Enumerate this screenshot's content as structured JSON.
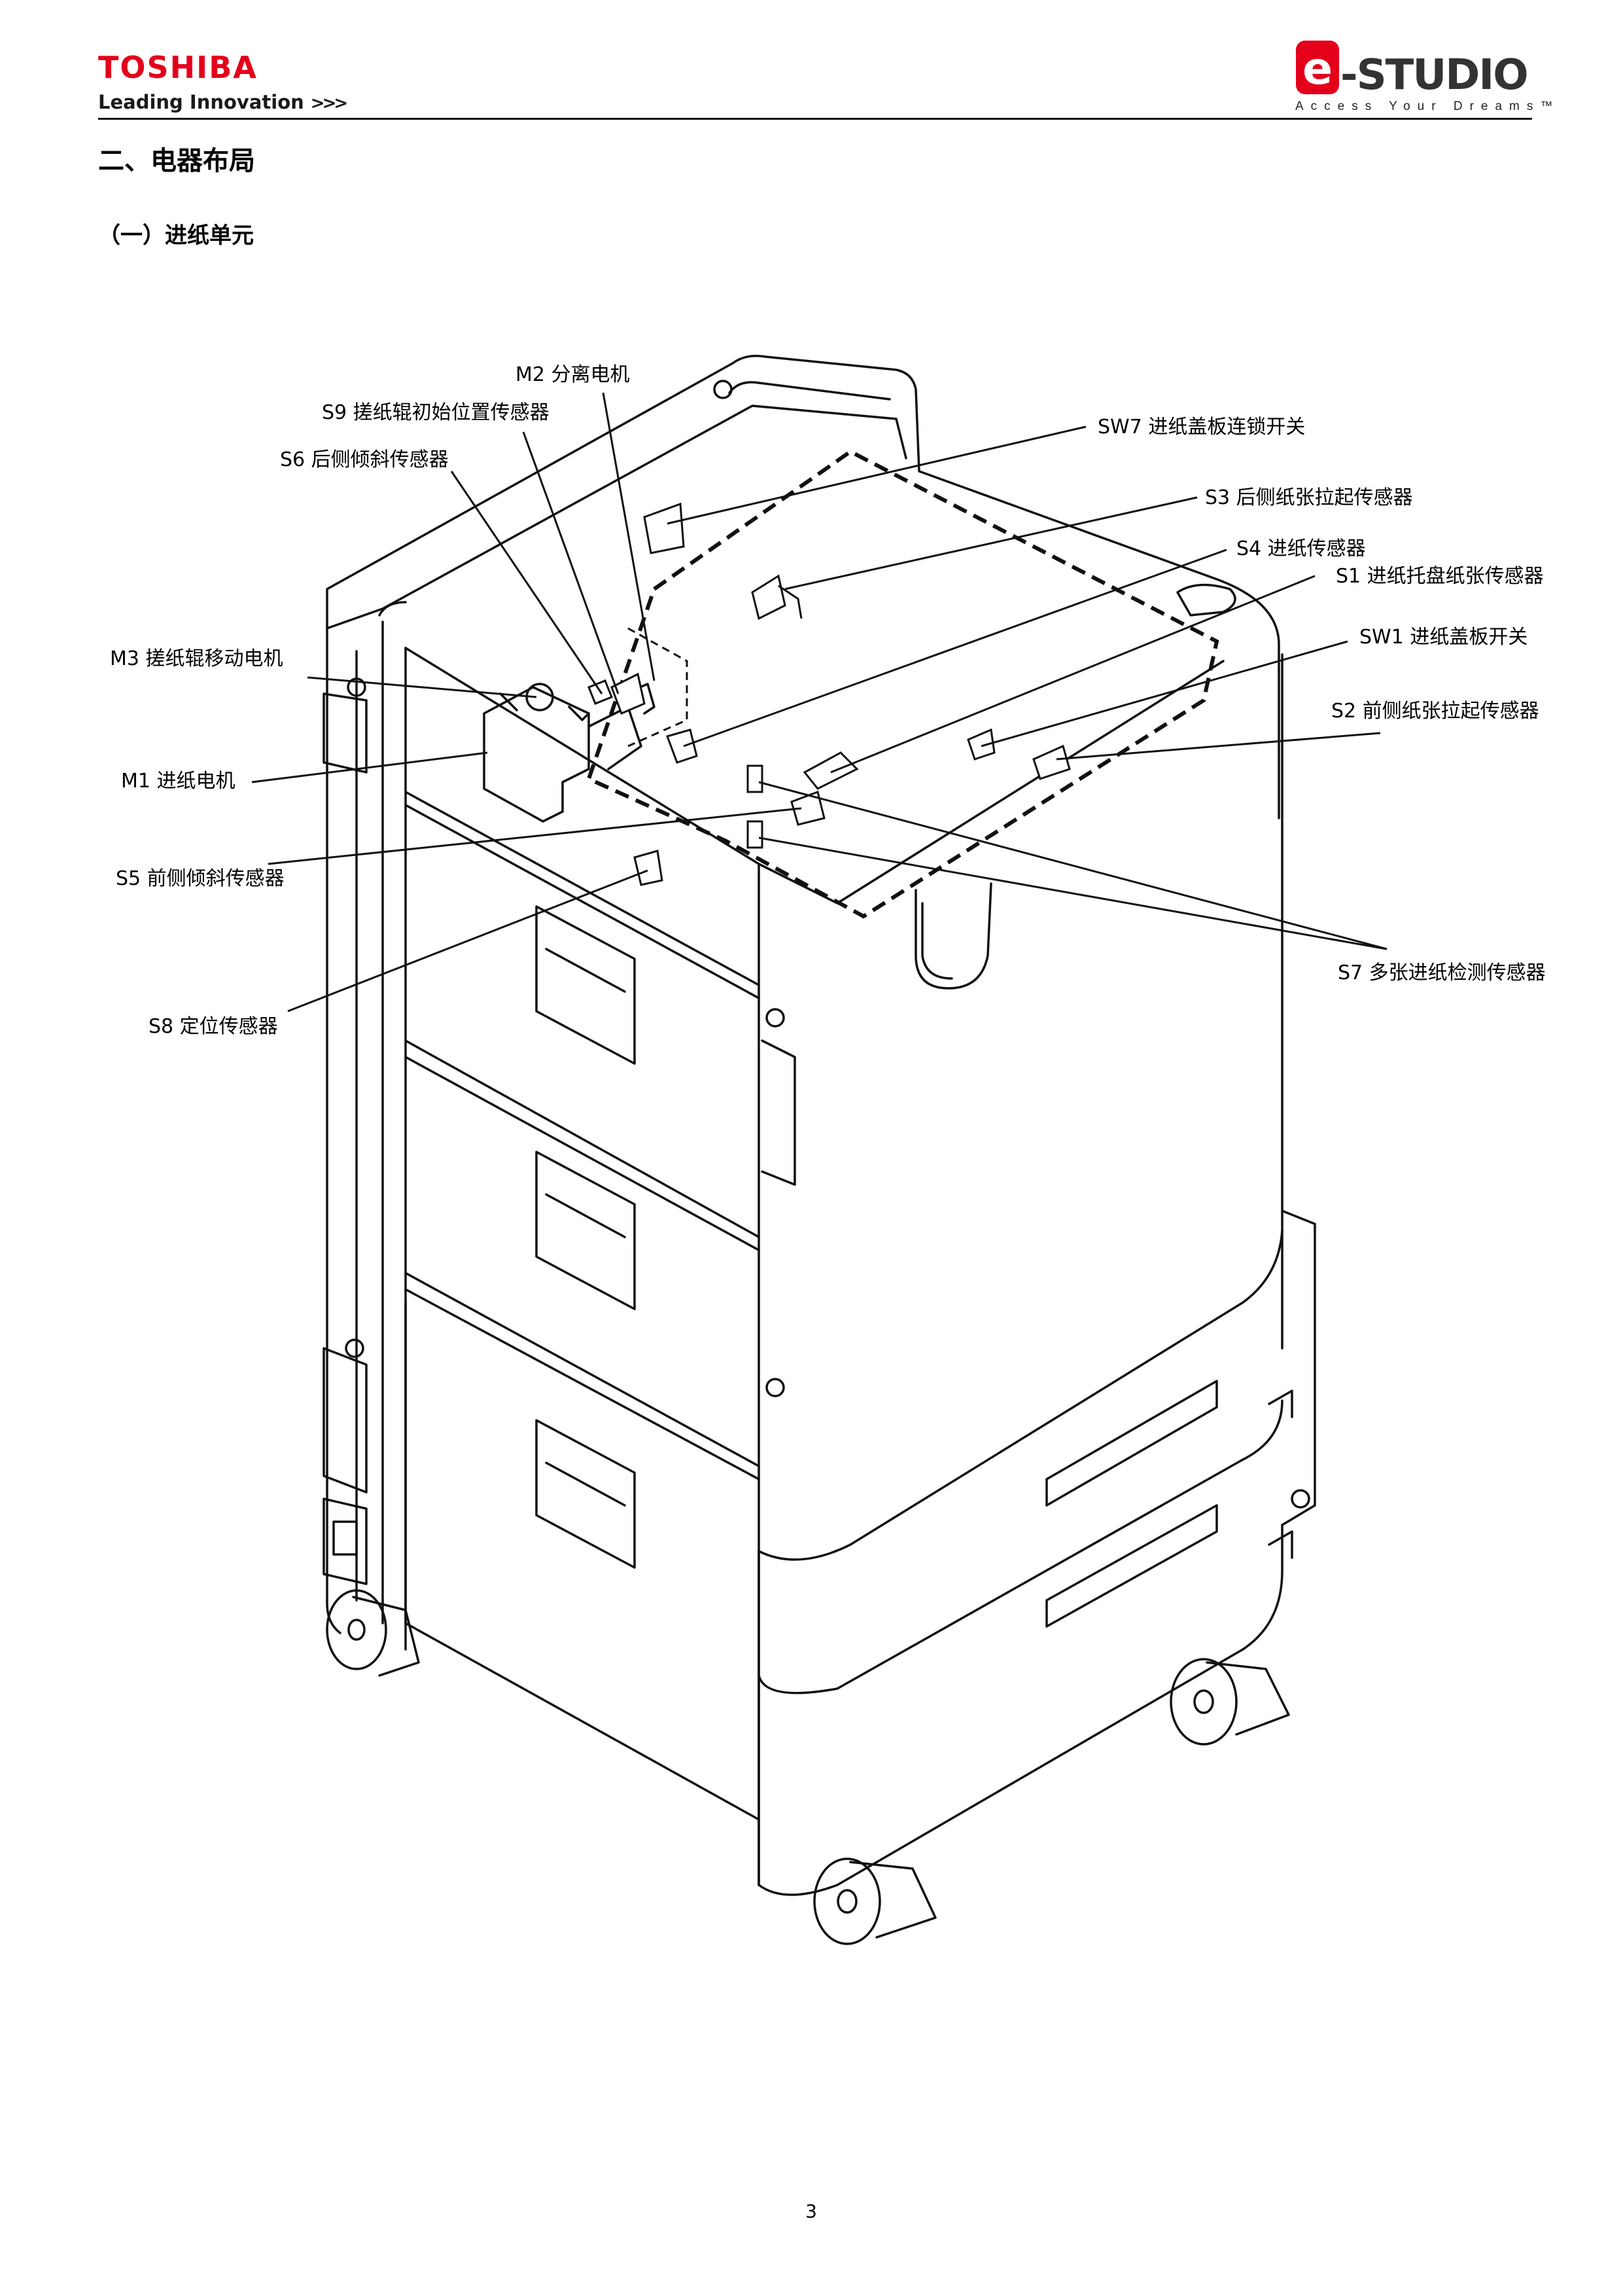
{
  "header": {
    "brand": "TOSHIBA",
    "tagline": "Leading Innovation",
    "tagline_chevrons": ">>>",
    "product_logo_e": "e",
    "product_logo_name": "-STUDIO",
    "product_slogan": "Access Your Dreams™",
    "brand_color": "#e4001b"
  },
  "section": {
    "title": "二、电器布局",
    "subtitle": "（一）进纸单元"
  },
  "diagram": {
    "labels": {
      "m2": "M2  分离电机",
      "s9": "S9  搓纸辊初始位置传感器",
      "s6": "S6  后侧倾斜传感器",
      "sw7": "SW7  进纸盖板连锁开关",
      "s3": "S3  后侧纸张拉起传感器",
      "s4": "S4  进纸传感器",
      "s1": "S1  进纸托盘纸张传感器",
      "sw1": "SW1  进纸盖板开关",
      "s2": "S2  前侧纸张拉起传感器",
      "m3": "M3  搓纸辊移动电机",
      "m1": "M1  进纸电机",
      "s5": "S5  前侧倾斜传感器",
      "s8": "S8  定位传感器",
      "s7": "S7  多张进纸检测传感器"
    }
  },
  "footer": {
    "page_number": "3"
  }
}
